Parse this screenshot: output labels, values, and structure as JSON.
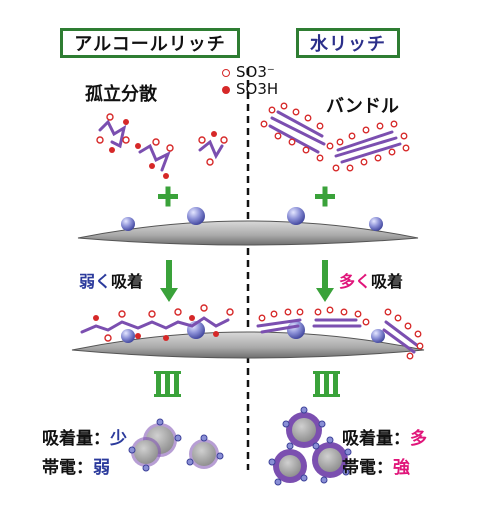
{
  "left": {
    "title": "アルコールリッチ",
    "state": "孤立分散",
    "adsorption": {
      "text": "弱く",
      "suffix": "吸着"
    },
    "stats": {
      "amount_label": "吸着量：",
      "amount_value": "少",
      "charge_label": "帯電：",
      "charge_value": "弱"
    }
  },
  "right": {
    "title": "水リッチ",
    "state": "バンドル",
    "adsorption": {
      "text": "多く",
      "suffix": "吸着"
    },
    "stats": {
      "amount_label": "吸着量：",
      "amount_value": "多",
      "charge_label": "帯電：",
      "charge_value": "強"
    }
  },
  "legend": {
    "open_label": "SO3⁻",
    "filled_label": "SO3H"
  },
  "symbols": {
    "plus": "+",
    "equals": "Ⅲ"
  },
  "colors": {
    "title_border": "#2e7d32",
    "arrow": "#3aa23a",
    "polymer": "#7b4fb0",
    "group": "#d62828",
    "particle": "#8a8fd6",
    "surface": "#bdbdbd",
    "blue_text": "#2b3a9c",
    "pink_text": "#e0157a"
  }
}
